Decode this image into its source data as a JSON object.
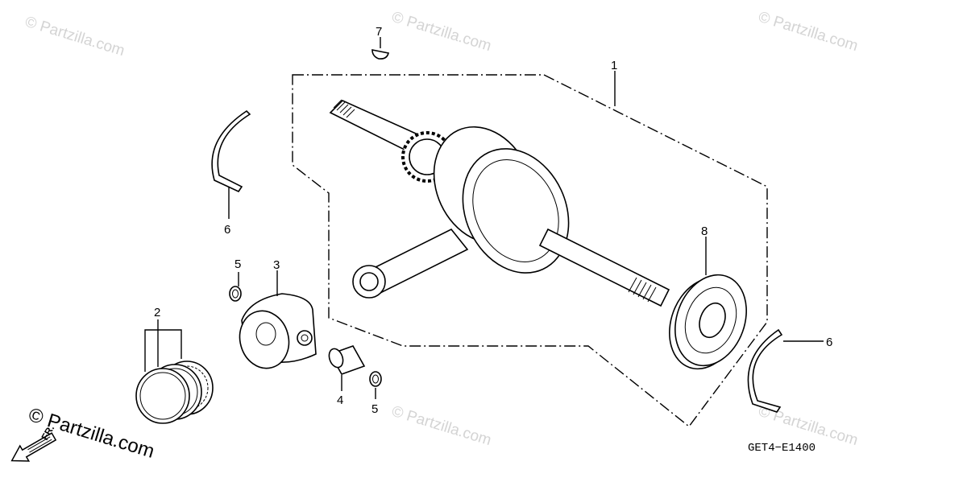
{
  "diagram": {
    "callouts": [
      {
        "id": "callout-1",
        "text": "1"
      },
      {
        "id": "callout-2",
        "text": "2"
      },
      {
        "id": "callout-3",
        "text": "3"
      },
      {
        "id": "callout-4",
        "text": "4"
      },
      {
        "id": "callout-5a",
        "text": "5"
      },
      {
        "id": "callout-5b",
        "text": "5"
      },
      {
        "id": "callout-6a",
        "text": "6"
      },
      {
        "id": "callout-6b",
        "text": "6"
      },
      {
        "id": "callout-7",
        "text": "7"
      },
      {
        "id": "callout-8",
        "text": "8"
      }
    ],
    "diagram_code": "GET4−E1400",
    "front_indicator": "FR."
  },
  "watermark": {
    "text": "© Partzilla.com",
    "brand": "© Partzilla.com"
  },
  "colors": {
    "line": "#000000",
    "watermark": "#d4d4d4",
    "background": "#ffffff"
  }
}
